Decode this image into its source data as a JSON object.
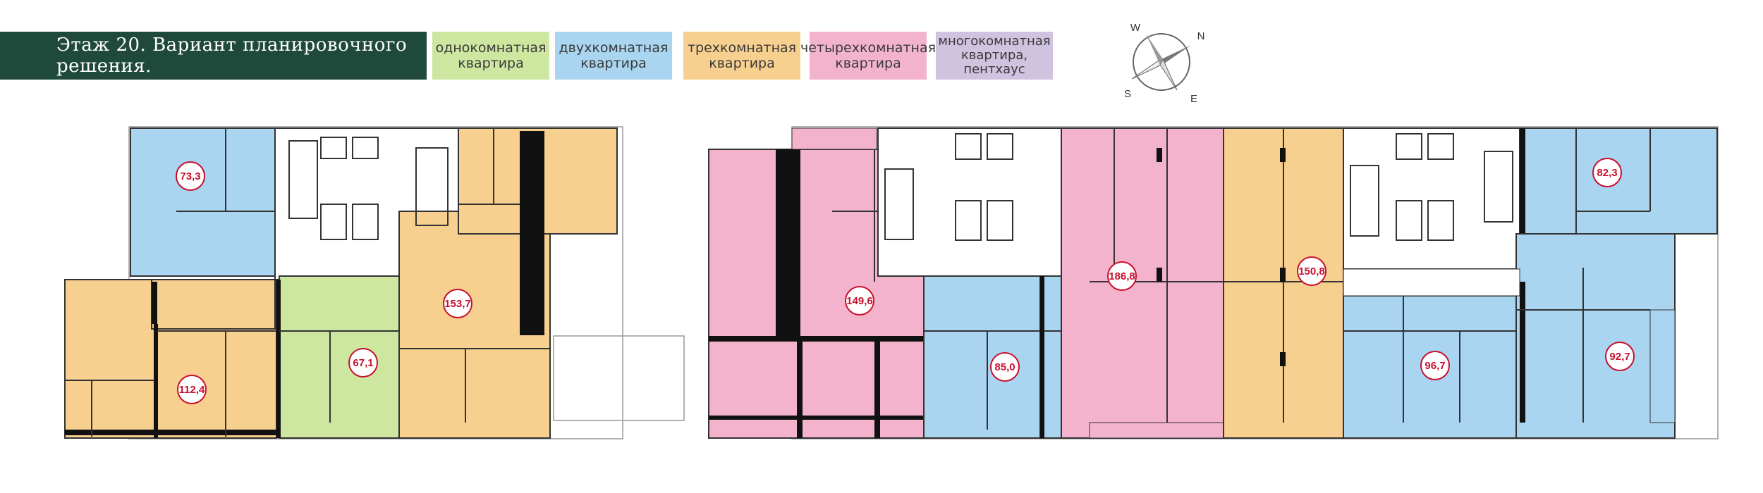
{
  "title": "Этаж 20. Вариант планировочного решения.",
  "legend": [
    {
      "label": "однокомнатная\nквартира",
      "color": "#cde6a0"
    },
    {
      "label": "двухкомнатная\nквартира",
      "color": "#a9d5f0"
    },
    {
      "label": "трехкомнатная\nквартира",
      "color": "#f7cf8e"
    },
    {
      "label": "четырехкомнатная\nквартира",
      "color": "#f3b3cc"
    },
    {
      "label": "многокомнатная\nквартира,\nпентхаус",
      "color": "#cfc3e0"
    }
  ],
  "compass": {
    "n": "N",
    "e": "E",
    "s": "S",
    "w": "W"
  },
  "apartments": [
    {
      "area": "73,3",
      "type": "2"
    },
    {
      "area": "112,4",
      "type": "3"
    },
    {
      "area": "67,1",
      "type": "1"
    },
    {
      "area": "153,7",
      "type": "3"
    },
    {
      "area": "149,6",
      "type": "4"
    },
    {
      "area": "85,0",
      "type": "2"
    },
    {
      "area": "186,8",
      "type": "4"
    },
    {
      "area": "150,8",
      "type": "3"
    },
    {
      "area": "96,7",
      "type": "2"
    },
    {
      "area": "82,3",
      "type": "2"
    },
    {
      "area": "92,7",
      "type": "2"
    }
  ]
}
